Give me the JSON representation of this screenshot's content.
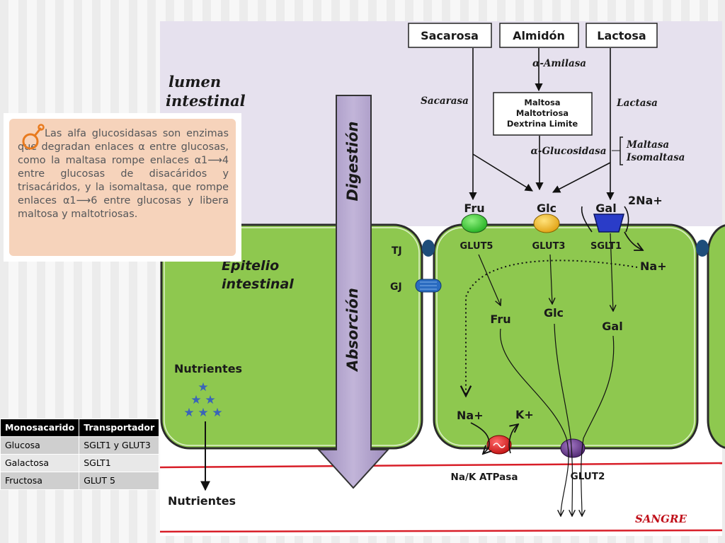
{
  "sources": {
    "sacarosa": "Sacarosa",
    "almidon": "Almidón",
    "lactosa": "Lactosa"
  },
  "labels": {
    "lumen_line1": "lumen",
    "lumen_line2": "intestinal",
    "epitelio_line1": "Epitelio",
    "epitelio_line2": "intestinal",
    "digestion": "Digestión",
    "absorcion": "Absorción",
    "sangre": "SANGRE",
    "tj": "TJ",
    "gj": "GJ"
  },
  "enzymes": {
    "alpha_amilasa": "α-Amilasa",
    "sacarasa": "Sacarasa",
    "lactasa": "Lactasa",
    "alpha_glucosidasa": "α-Glucosidasa",
    "maltasa": "Maltasa",
    "isomaltasa": "Isomaltasa"
  },
  "intermediates": {
    "line1": "Maltosa",
    "line2": "Maltotriosa",
    "line3": "Dextrina Limite"
  },
  "sugars": {
    "fru_top": "Fru",
    "glc_top": "Glc",
    "gal_top": "Gal",
    "fru_in": "Fru",
    "glc_in": "Glc",
    "gal_in": "Gal"
  },
  "transporters": {
    "glut5": "GLUT5",
    "glut3": "GLUT3",
    "sglt1": "SGLT1",
    "glut2": "GLUT2",
    "atpasa": "Na/K ATPasa"
  },
  "ions": {
    "two_na": "2Na+",
    "na_right": "Na+",
    "na_left": "Na+",
    "k": "K+"
  },
  "nutrients": {
    "label_top": "Nutrientes",
    "label_bottom": "Nutrientes"
  },
  "colors": {
    "lumen_bg": "#e6e1ee",
    "cell_fill": "#8ec84f",
    "arrow_fill": "#b0a0c8",
    "fru_color": "#39d232",
    "glc_color": "#f2b824",
    "sglt1_color": "#2030a8",
    "glut2_color": "#6a3c8c",
    "atpasa_color": "#e02020",
    "blood_line": "#d81e28",
    "junction_color": "#1e4d7a"
  },
  "note": {
    "icon": "flask-icon",
    "text": "Las alfa glucosidasas son enzimas que degradan enlaces α entre glucosas, como la maltasa rompe enlaces α1⟶4 entre glucosas de disacáridos y trisacáridos, y la isomaltasa, que rompe enlaces α1⟶6 entre glucosas y libera maltosa y maltotriosas."
  },
  "table": {
    "headers": [
      "Monosacarido",
      "Transportador"
    ],
    "rows": [
      [
        "Glucosa",
        "SGLT1 y GLUT3"
      ],
      [
        "Galactosa",
        "SGLT1"
      ],
      [
        "Fructosa",
        "GLUT 5"
      ]
    ]
  }
}
